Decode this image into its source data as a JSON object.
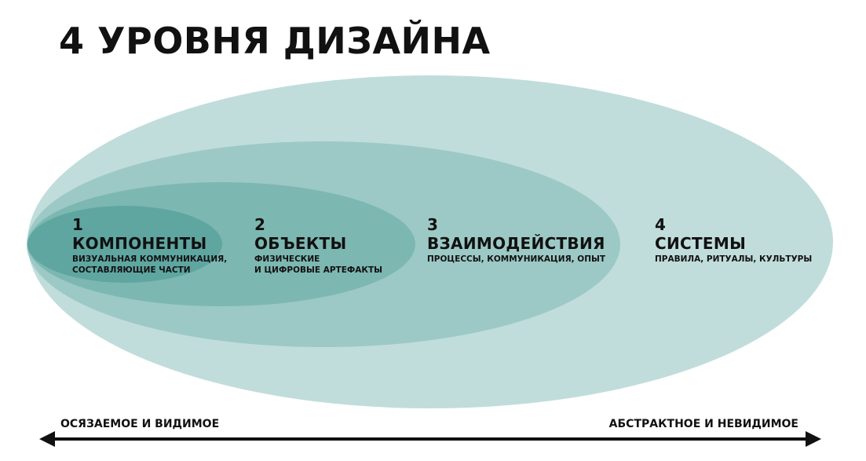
{
  "title": "4 УРОВНЯ ДИЗАЙНА",
  "colors": {
    "level_1": "#5fa6a1",
    "level_2": "#7db7b2",
    "level_3": "#9cc9c5",
    "level_4": "#c0dddb",
    "text": "#111111"
  },
  "levels": [
    {
      "number": "1",
      "name": "КОМПОНЕНТЫ",
      "description": "ВИЗУАЛЬНАЯ КОММУНИКАЦИЯ,\nСОСТАВЛЯЮЩИЕ ЧАСТИ"
    },
    {
      "number": "2",
      "name": "ОБЪЕКТЫ",
      "description": "ФИЗИЧЕСКИЕ\nИ ЦИФРОВЫЕ АРТЕФАКТЫ"
    },
    {
      "number": "3",
      "name": "ВЗАИМОДЕЙСТВИЯ",
      "description": "ПРОЦЕССЫ, КОММУНИКАЦИЯ, ОПЫТ"
    },
    {
      "number": "4",
      "name": "СИСТЕМЫ",
      "description": "ПРАВИЛА, РИТУАЛЫ, КУЛЬТУРЫ"
    }
  ],
  "axis": {
    "left_label": "ОСЯЗАЕМОЕ И ВИДИМОЕ",
    "right_label": "АБСТРАКТНОЕ И НЕВИДИМОЕ"
  }
}
